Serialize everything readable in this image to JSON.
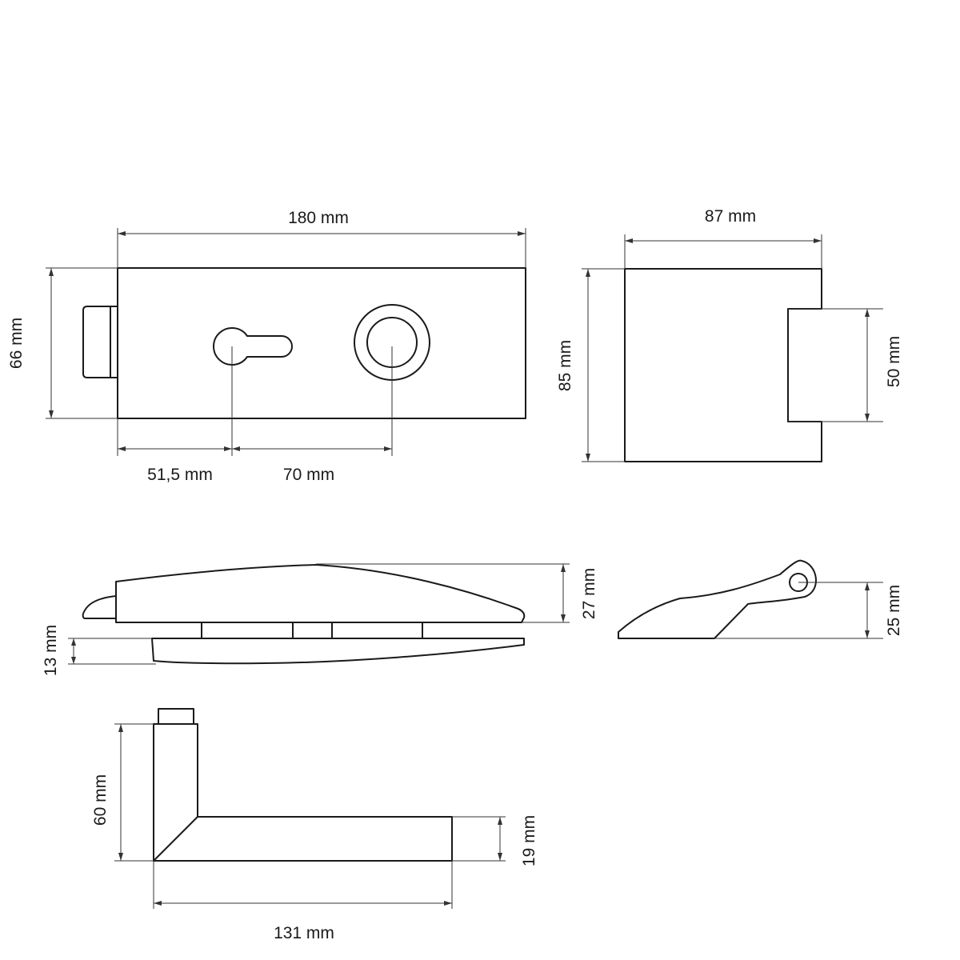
{
  "colors": {
    "line": "#1a1a1a",
    "dimension": "#333333",
    "background": "#ffffff"
  },
  "dimensions": {
    "lock_width": "180 mm",
    "lock_height": "66 mm",
    "keyhole_offset": "51,5 mm",
    "spindle_offset": "70 mm",
    "strike_width": "87 mm",
    "strike_height": "85 mm",
    "strike_recess": "50 mm",
    "side_height": "27 mm",
    "glass_gap": "13 mm",
    "hinge_height": "25 mm",
    "handle_height": "60 mm",
    "handle_thickness": "19 mm",
    "handle_length": "131 mm"
  }
}
